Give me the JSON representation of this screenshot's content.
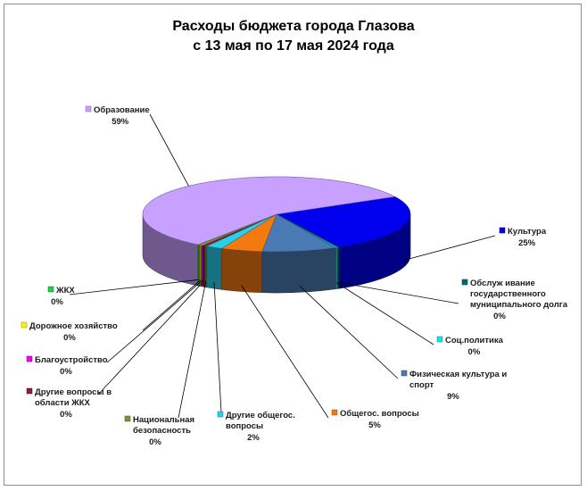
{
  "chart_data": {
    "type": "pie",
    "style": "3d-pie",
    "title_lines": [
      "Расходы бюджета города Глазова",
      "с 13 мая по 17 мая 2024 года"
    ],
    "legend": "none",
    "slices": [
      {
        "key": "obrazovanie",
        "label": [
          "Образование"
        ],
        "percent_label": "59%",
        "value": 59,
        "color": "#c8a0ff"
      },
      {
        "key": "kultura",
        "label": [
          "Культура"
        ],
        "percent_label": "25%",
        "value": 25,
        "color": "#0000ee"
      },
      {
        "key": "obsluzhivanie",
        "label": [
          "Обслуж ивание",
          "государственного",
          "муниципального долга"
        ],
        "percent_label": "0%",
        "value": 0,
        "color": "#006b6b"
      },
      {
        "key": "socpolitika",
        "label": [
          "Соц.политика"
        ],
        "percent_label": "0%",
        "value": 0,
        "color": "#22ddee"
      },
      {
        "key": "fizkultura",
        "label": [
          "Физическая культура и",
          "спорт"
        ],
        "percent_label": "9%",
        "value": 9,
        "color": "#4a7ab4"
      },
      {
        "key": "obshchegos",
        "label": [
          "Общегос. вопросы"
        ],
        "percent_label": "5%",
        "value": 5,
        "color": "#f47a10"
      },
      {
        "key": "drugie_obshchegos",
        "label": [
          "Другие общегос.",
          "вопросы"
        ],
        "percent_label": "2%",
        "value": 2,
        "color": "#28d0ee"
      },
      {
        "key": "nacbez",
        "label": [
          "Национальная",
          "безопасность"
        ],
        "percent_label": "0%",
        "value": 0,
        "color": "#8a8a3a"
      },
      {
        "key": "drugie_zhkh",
        "label": [
          "Другие вопросы в",
          "области ЖКХ"
        ],
        "percent_label": "0%",
        "value": 0,
        "color": "#8b1a4a"
      },
      {
        "key": "blagoustroystvo",
        "label": [
          "Благоустройство"
        ],
        "percent_label": "0%",
        "value": 0,
        "color": "#ee00ee"
      },
      {
        "key": "dorozhnoe",
        "label": [
          "Дорожное хозяйство"
        ],
        "percent_label": "0%",
        "value": 0,
        "color": "#f5f500"
      },
      {
        "key": "zhkh",
        "label": [
          "ЖКХ"
        ],
        "percent_label": "0%",
        "value": 0,
        "color": "#22cc44"
      }
    ]
  }
}
